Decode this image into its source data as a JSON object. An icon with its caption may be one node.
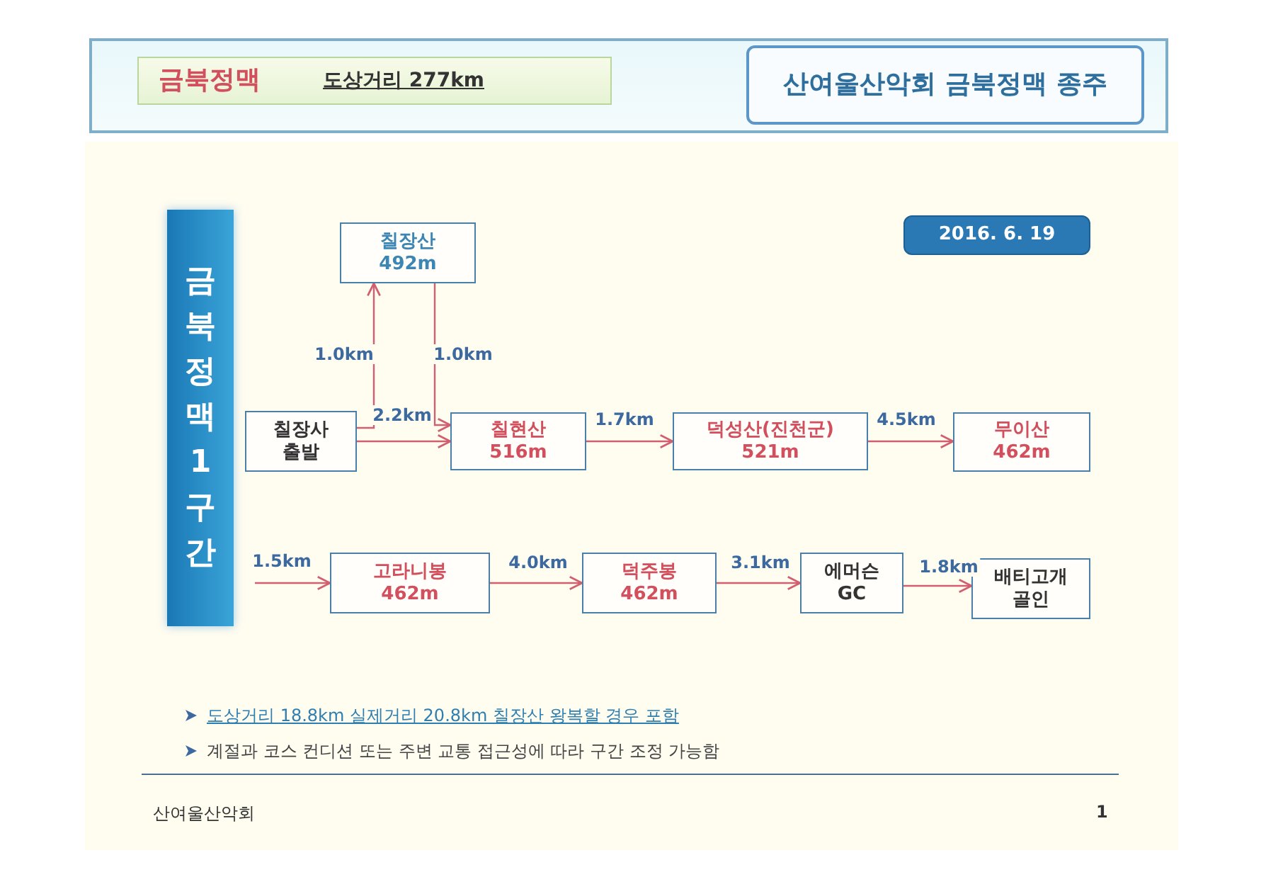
{
  "diagram": {
    "nodes": [
      {
        "text": [
          "금북정맥",
          "도상거리 277km"
        ]
      },
      {
        "text": [
          "산여울산악회 금북정맥 종주"
        ]
      },
      {
        "text": [
          "금북정맥1구간"
        ]
      },
      {
        "text": [
          "2016. 6. 19"
        ]
      },
      {
        "text": [
          "칠장산",
          "492m"
        ]
      },
      {
        "text": [
          "칠장사 출발"
        ]
      },
      {
        "text": [
          "칠현산",
          "516m"
        ]
      },
      {
        "text": [
          "덕성산(진천군)",
          "521m"
        ]
      },
      {
        "text": [
          "무이산",
          "462m"
        ]
      },
      {
        "text": [
          "고라니봉",
          "462m"
        ]
      },
      {
        "text": [
          "덕주봉",
          "462m"
        ]
      },
      {
        "text": [
          "에머슨 GC"
        ]
      },
      {
        "text": [
          "배티고개 골인"
        ]
      }
    ],
    "edges": [
      {
        "from": 5,
        "to": 4,
        "arrow": "to",
        "label": "1.0km"
      },
      {
        "from": 4,
        "to": 6,
        "arrow": "to",
        "label": "1.0km"
      },
      {
        "from": 5,
        "to": 6,
        "arrow": "to",
        "label": "2.2km"
      },
      {
        "from": 6,
        "to": 7,
        "arrow": "to",
        "label": "1.7km"
      },
      {
        "from": 7,
        "to": 8,
        "arrow": "to",
        "label": "4.5km"
      },
      {
        "from": null,
        "to": 9,
        "arrow": "to",
        "label": "1.5km"
      },
      {
        "from": 9,
        "to": 10,
        "arrow": "to",
        "label": "4.0km"
      },
      {
        "from": 10,
        "to": 11,
        "arrow": "to",
        "label": "3.1km"
      },
      {
        "from": 11,
        "to": 12,
        "arrow": "to",
        "label": "1.8km"
      }
    ],
    "labels": [
      "도상거리 18.8km 실제거리 20.8km 칠장산 왕복할 경우 포함",
      "계절과 코스 컨디션 또는 주변 교통 접근성에 따라 구간 조정 가능함",
      "산여울산악회",
      "1"
    ]
  }
}
